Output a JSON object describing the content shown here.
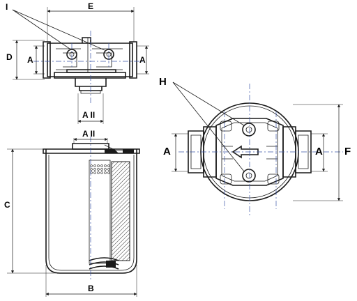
{
  "labels": {
    "leader_top_left": "I",
    "dim_top_width": "E",
    "dim_top_height": "D",
    "dim_top_port_left": "A",
    "dim_top_port_right": "A",
    "dim_thread_top": "A II",
    "dim_thread_body": "A II",
    "dim_body_height": "C",
    "dim_body_width": "B",
    "leader_right": "H",
    "dim_right_port_left": "A",
    "dim_right_port_right": "A",
    "dim_right_height": "F"
  },
  "colors": {
    "line": "#1a1a1a",
    "centerline": "#3b56a8",
    "background": "#ffffff"
  }
}
